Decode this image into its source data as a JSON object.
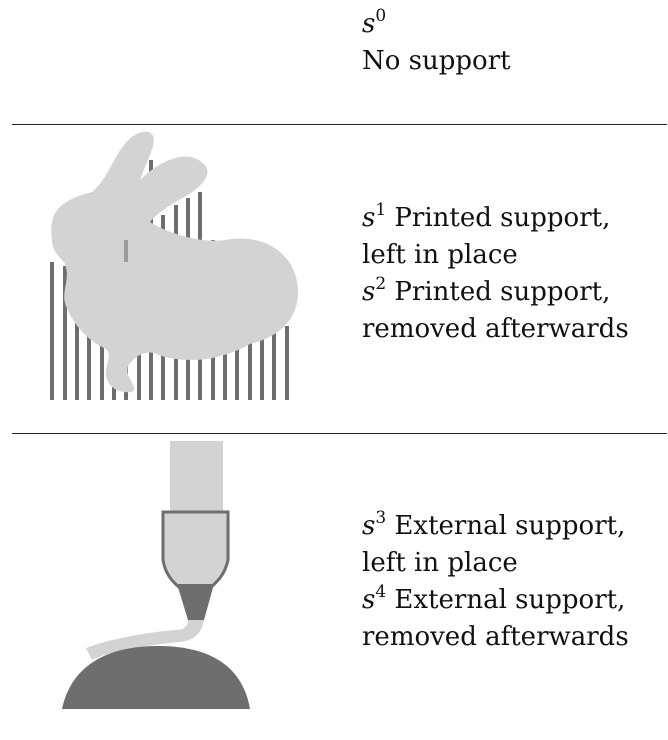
{
  "rows": [
    {
      "lines": [
        {
          "symbol": "s",
          "superscript": "0",
          "text": ""
        },
        {
          "symbol": "",
          "superscript": "",
          "text": "No support"
        }
      ]
    },
    {
      "lines": [
        {
          "symbol": "s",
          "superscript": "1",
          "text": " Printed support,"
        },
        {
          "symbol": "",
          "superscript": "",
          "text": "left in place"
        },
        {
          "symbol": "s",
          "superscript": "2",
          "text": " Printed support,"
        },
        {
          "symbol": "",
          "superscript": "",
          "text": "removed afterwards"
        }
      ]
    },
    {
      "lines": [
        {
          "symbol": "s",
          "superscript": "3",
          "text": " External support,"
        },
        {
          "symbol": "",
          "superscript": "",
          "text": "left in place"
        },
        {
          "symbol": "s",
          "superscript": "4",
          "text": " External support,"
        },
        {
          "symbol": "",
          "superscript": "",
          "text": "removed afterwards"
        }
      ]
    }
  ],
  "colors": {
    "light_gray": "#d3d3d3",
    "dark_gray": "#6e6e6e",
    "rule": "#222222"
  },
  "illustrations": [
    "bunny-with-printed-support-bars",
    "extruder-nozzle-with-external-support"
  ]
}
